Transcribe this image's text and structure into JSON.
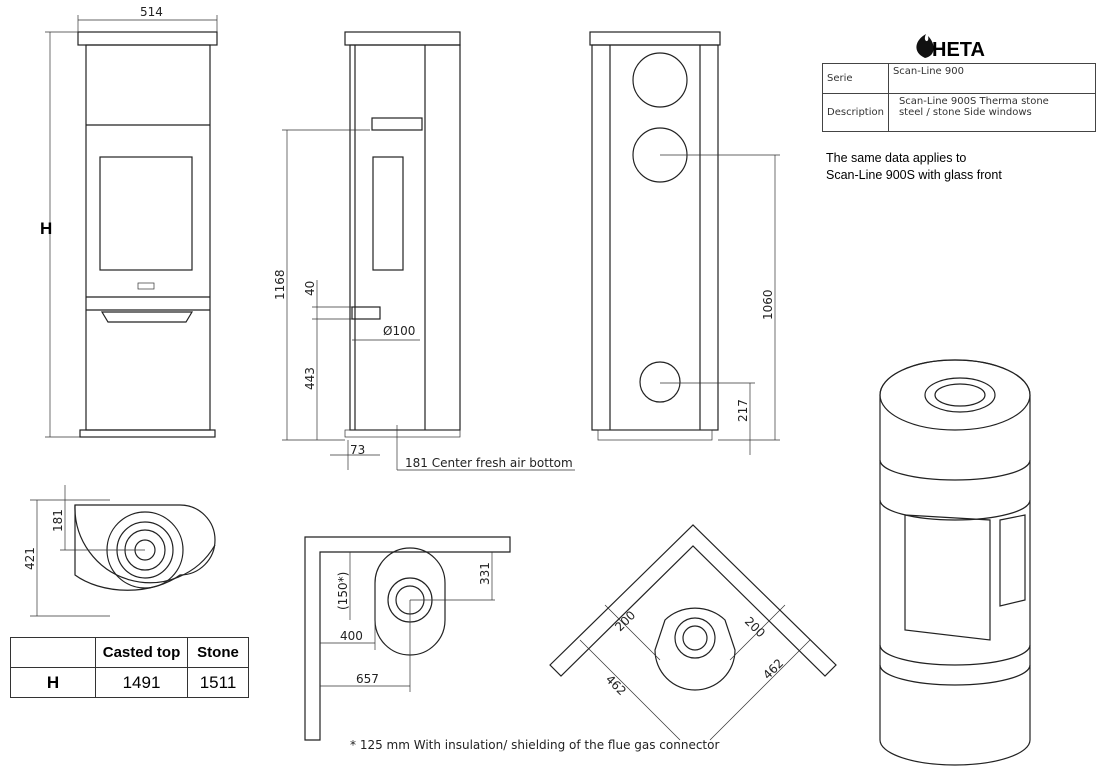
{
  "brand": {
    "logo_text": "HETA"
  },
  "spec_table": {
    "serie_label": "Serie",
    "serie_value": "Scan-Line 900",
    "description_label": "Description",
    "description_line1": "Scan-Line 900S Therma stone",
    "description_line2": "steel / stone Side windows"
  },
  "note": {
    "line1": "The same data applies to",
    "line2": "Scan-Line 900S with glass front"
  },
  "front_view": {
    "width_dim": "514",
    "height_dim": "H"
  },
  "side_view": {
    "dim_1168": "1168",
    "dim_40": "40",
    "dim_443": "443",
    "dim_diameter": "Ø100",
    "dim_73": "73",
    "fresh_air": "181 Center fresh air bottom"
  },
  "back_view": {
    "dim_1060": "1060",
    "dim_217": "217"
  },
  "top_view": {
    "dim_181": "181",
    "dim_421": "421"
  },
  "height_table": {
    "headers": [
      "",
      "Casted top",
      "Stone"
    ],
    "row_label": "H",
    "values": [
      "1491",
      "1511"
    ]
  },
  "wall_placement": {
    "dim_150": "(150*)",
    "dim_331": "331",
    "dim_400": "400",
    "dim_657": "657"
  },
  "corner_placement": {
    "dim_200_left": "200",
    "dim_200_right": "200",
    "dim_462_left": "462",
    "dim_462_right": "462"
  },
  "footnote": "* 125 mm With insulation/ shielding of the flue gas connector"
}
